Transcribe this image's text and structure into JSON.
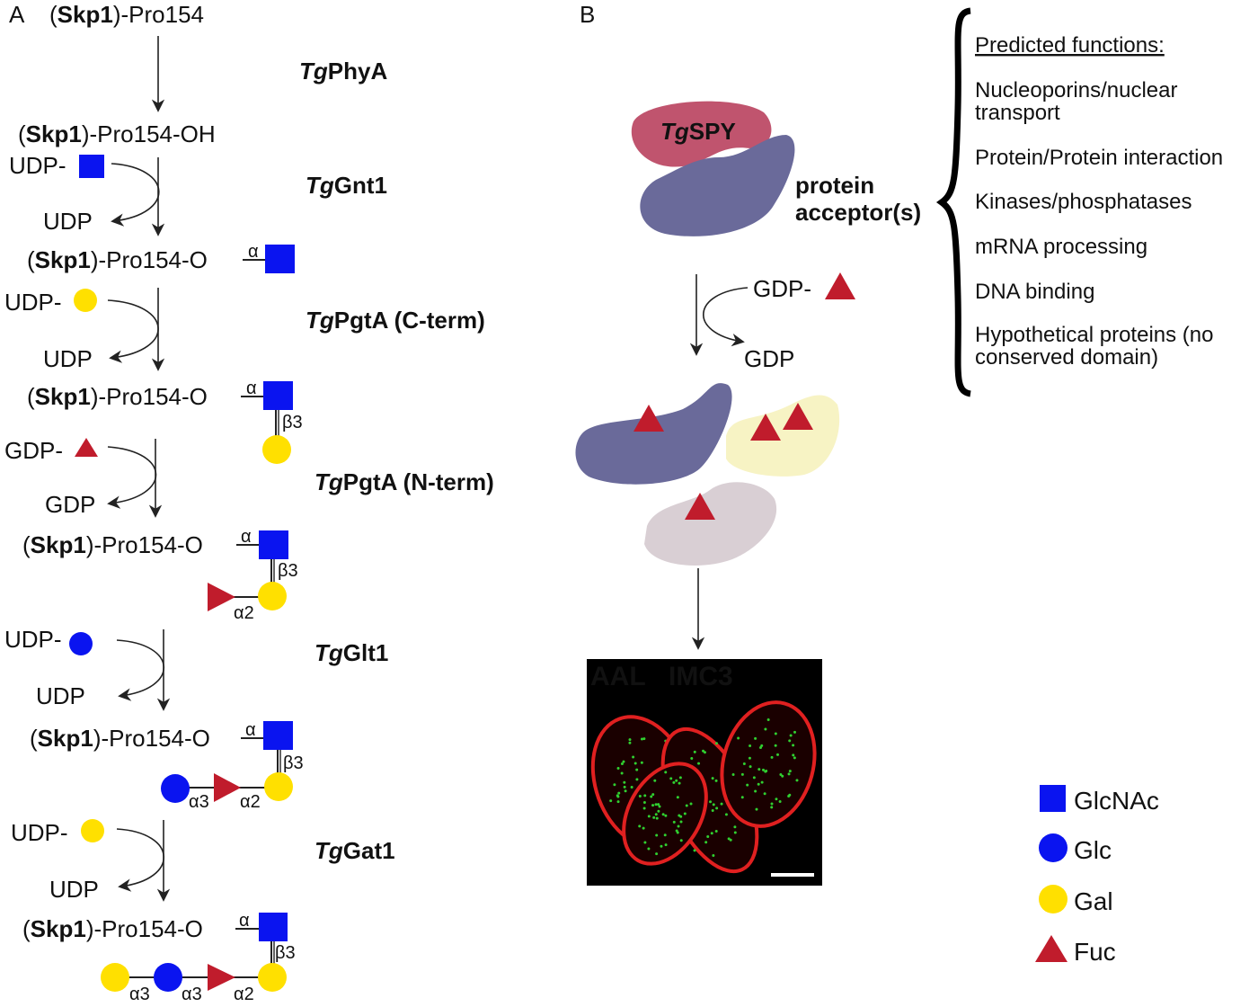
{
  "panel_a": {
    "label": "A",
    "substrate": {
      "open": "(",
      "bold": "Skp1",
      "rest": ")-Pro154"
    },
    "product_oh": {
      "open": "(",
      "bold": "Skp1",
      "rest": ")-Pro154-OH"
    },
    "product_o": {
      "open": "(",
      "bold": "Skp1",
      "rest": ")-Pro154-O"
    },
    "enzymes": [
      {
        "prefix": "Tg",
        "name": "PhyA"
      },
      {
        "prefix": "Tg",
        "name": "Gnt1"
      },
      {
        "prefix": "Tg",
        "name": "PgtA (C-term)"
      },
      {
        "prefix": "Tg",
        "name": "PgtA (N-term)"
      },
      {
        "prefix": "Tg",
        "name": "Glt1"
      },
      {
        "prefix": "Tg",
        "name": "Gat1"
      }
    ],
    "donors": [
      "UDP-",
      "UDP-",
      "GDP-",
      "UDP-",
      "UDP-"
    ],
    "released": [
      "UDP",
      "UDP",
      "GDP",
      "UDP",
      "UDP"
    ],
    "linkages": {
      "alpha": "α",
      "beta3": "β3",
      "alpha2": "α2",
      "alpha3": "α3"
    }
  },
  "panel_b": {
    "label": "B",
    "enzyme": {
      "prefix": "Tg",
      "name": "SPY"
    },
    "acceptor": [
      "protein",
      "acceptor(s)"
    ],
    "donor": "GDP-",
    "released": "GDP",
    "micrograph": {
      "stain1": "AAL",
      "stain2": "IMC3",
      "stain1_color": "#22cc22",
      "stain2_color": "#ee2222"
    },
    "functions_title": "Predicted functions:",
    "functions": [
      [
        "Nucleoporins/nuclear",
        "transport"
      ],
      [
        "Protein/Protein interaction"
      ],
      [
        "Kinases/phosphatases"
      ],
      [
        "mRNA processing"
      ],
      [
        "DNA binding"
      ],
      [
        "Hypothetical proteins (no",
        "conserved domain)"
      ]
    ]
  },
  "legend": [
    {
      "label": "GlcNAc",
      "shape": "square",
      "color": "#0a14f0"
    },
    {
      "label": "Glc",
      "shape": "circle",
      "color": "#0a14f0"
    },
    {
      "label": "Gal",
      "shape": "circle",
      "color": "#ffe000"
    },
    {
      "label": "Fuc",
      "shape": "triangle",
      "color": "#c01c2c"
    }
  ],
  "colors": {
    "glcnac": "#0a14f0",
    "glc": "#0a14f0",
    "gal": "#ffe000",
    "fuc": "#c01c2c",
    "spy": "#c0546e",
    "acceptor": "#6a6a9a",
    "acceptor2": "#f7f3c4",
    "acceptor3": "#d9cfd4"
  }
}
